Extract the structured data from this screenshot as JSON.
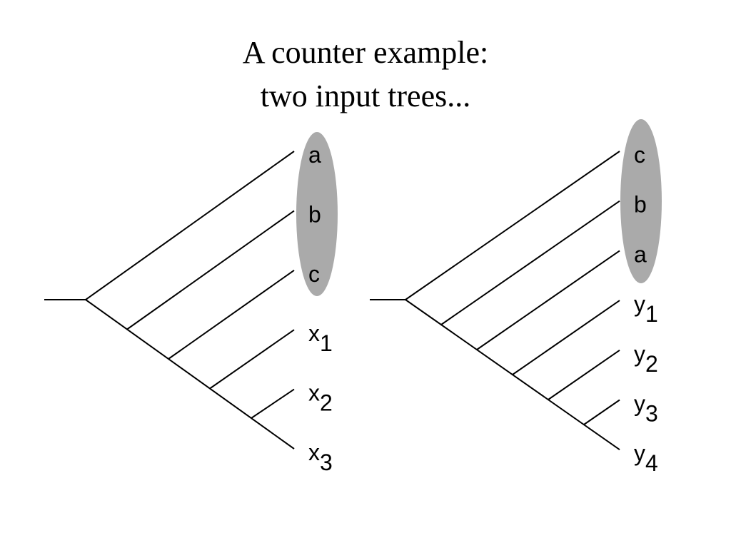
{
  "title": {
    "line1": "A counter example:",
    "line2": "two input trees..."
  },
  "colors": {
    "highlight": "#aaaaaa",
    "ink": "#000000"
  },
  "trees": [
    {
      "leaves": [
        {
          "base": "a",
          "sub": ""
        },
        {
          "base": "b",
          "sub": ""
        },
        {
          "base": "c",
          "sub": ""
        },
        {
          "base": "x",
          "sub": "1"
        },
        {
          "base": "x",
          "sub": "2"
        },
        {
          "base": "x",
          "sub": "3"
        }
      ],
      "highlighted": [
        "a",
        "b",
        "c"
      ]
    },
    {
      "leaves": [
        {
          "base": "c",
          "sub": ""
        },
        {
          "base": "b",
          "sub": ""
        },
        {
          "base": "a",
          "sub": ""
        },
        {
          "base": "y",
          "sub": "1"
        },
        {
          "base": "y",
          "sub": "2"
        },
        {
          "base": "y",
          "sub": "3"
        },
        {
          "base": "y",
          "sub": "4"
        }
      ],
      "highlighted": [
        "c",
        "b",
        "a"
      ]
    }
  ]
}
